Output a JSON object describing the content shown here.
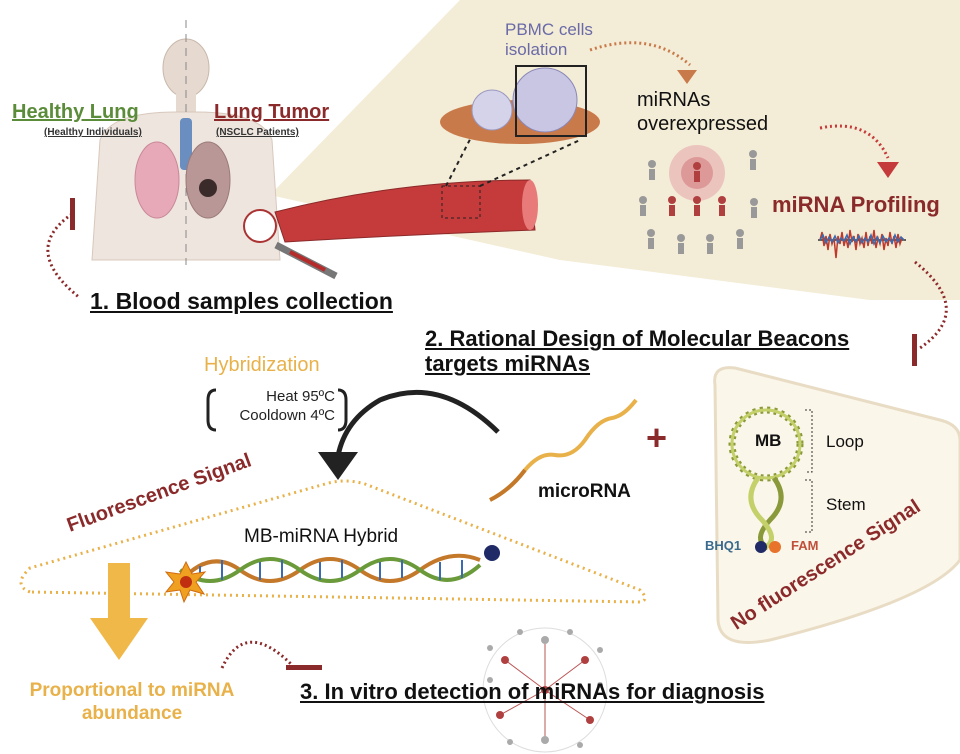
{
  "diagram": {
    "healthy": {
      "title": "Healthy Lung",
      "subtitle": "(Healthy Individuals)"
    },
    "tumor": {
      "title": "Lung Tumor",
      "subtitle": "(NSCLC Patients)"
    },
    "step1": "1. Blood samples collection",
    "pbmc": "PBMC cells\nisolation",
    "mirnas_overexpressed": "miRNAs\noverexpressed",
    "profiling": "miRNA Profiling",
    "step2": "2. Rational Design of Molecular Beacons\ntargets miRNAs",
    "hybridization": {
      "title": "Hybridization",
      "conditions": "Heat 95ºC\nCooldown 4ºC"
    },
    "plus": "+",
    "microrna": "microRNA",
    "beacon": {
      "mb": "MB",
      "loop": "Loop",
      "stem": "Stem",
      "quencher": "BHQ1",
      "fluorophore": "FAM"
    },
    "fluorescence_signal": "Fluorescence Signal",
    "no_fluorescence_signal": "No fluorescence Signal",
    "hybrid": "MB-miRNA Hybrid",
    "proportional": "Proportional to miRNA\nabundance",
    "step3": "3. In vitro detection of miRNAs for diagnosis"
  },
  "colors": {
    "dark_red": "#8b2a2a",
    "green": "#5a8c3a",
    "gold": "#e8b14a",
    "beige": "#f3ecd6",
    "blood": "#b52a2a",
    "purple": "#6a6aa8"
  }
}
